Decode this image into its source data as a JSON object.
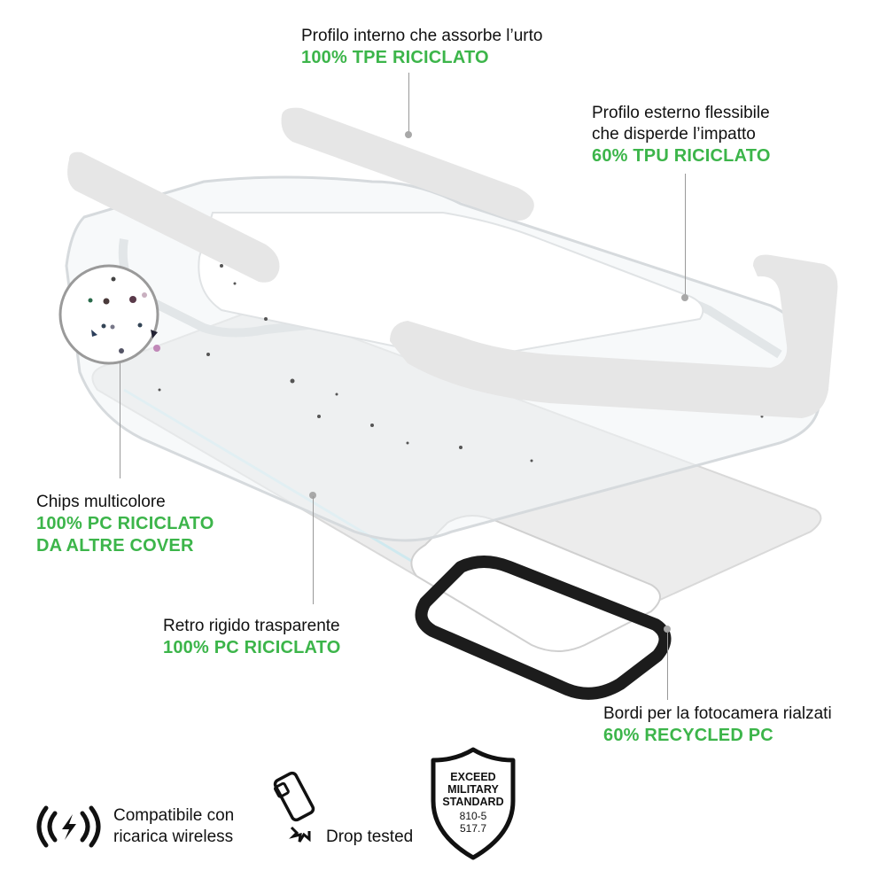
{
  "callouts": {
    "inner_profile": {
      "description": "Profilo interno che assorbe l’urto",
      "highlight": "100% TPE RICICLATO"
    },
    "outer_profile": {
      "description_line1": "Profilo esterno flessibile",
      "description_line2": "che disperde l’impatto",
      "highlight": "60% TPU RICICLATO"
    },
    "chips": {
      "description": "Chips multicolore",
      "highlight_line1": "100% PC RICICLATO",
      "highlight_line2": "DA ALTRE COVER"
    },
    "back": {
      "description": "Retro rigido trasparente",
      "highlight": "100% PC RICICLATO"
    },
    "camera": {
      "description": "Bordi per la fotocamera rialzati",
      "highlight": "60% RECYCLED PC"
    }
  },
  "features": {
    "wireless": {
      "icon": "wireless-charging-icon",
      "line1": "Compatibile con",
      "line2": "ricarica wireless"
    },
    "drop": {
      "icon": "drop-test-phone-icon",
      "label": "Drop tested"
    },
    "military": {
      "icon": "shield-badge-icon",
      "line1": "EXCEED",
      "line2": "MILITARY",
      "line3": "STANDARD",
      "line4": "810-5",
      "line5": "517.7"
    }
  },
  "colors": {
    "highlight_green": "#3cb54a",
    "text": "#111111",
    "leader": "#999999",
    "bumper": "#e6e6e6",
    "camera_ring": "#1c1c1c"
  }
}
